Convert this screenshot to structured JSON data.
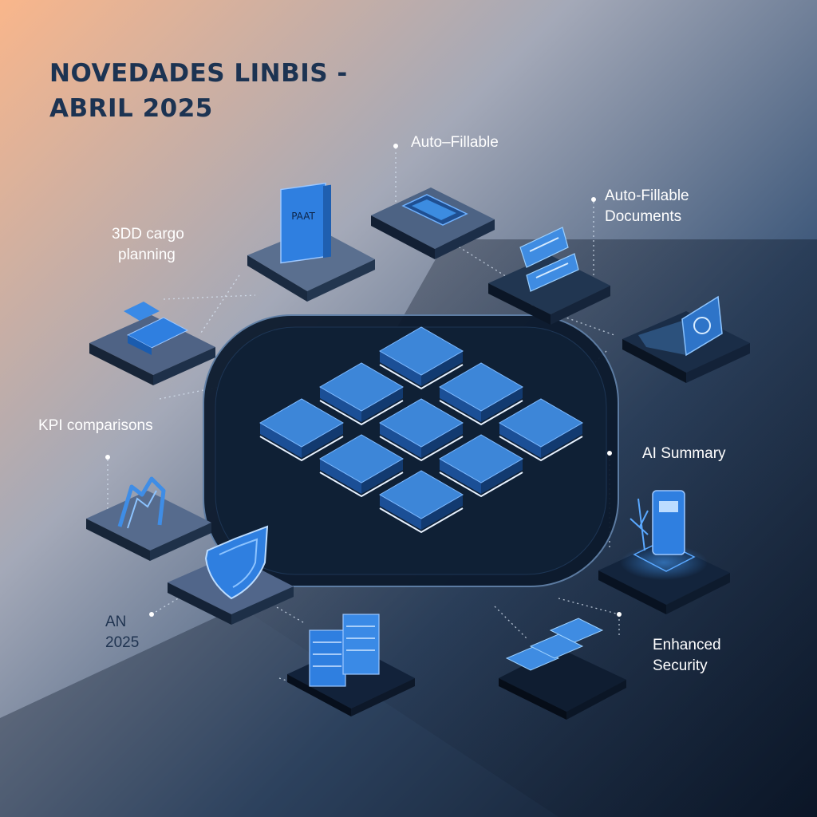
{
  "title_line1": "NOVEDADES LINBIS -",
  "title_line2": "ABRIL 2025",
  "labels": {
    "auto_fillable": "Auto–Fillable",
    "auto_fillable_docs_1": "Auto-Fillable",
    "auto_fillable_docs_2": "Documents",
    "cargo_planning_1": "3DD cargo",
    "cargo_planning_2": "planning",
    "kpi_comparisons": "KPI comparisons",
    "ai_summary": "AI Summary",
    "an_2025_1": "AN",
    "an_2025_2": "2025",
    "enhanced_security_1": "Enhanced",
    "enhanced_security_2": "Security"
  },
  "doc_icon_text": "PAAT",
  "colors": {
    "accent_blue": "#3d86d8",
    "platform_dark": "#0f1e33",
    "title_color": "#1c3352",
    "gradient_orange": "#f7b48c",
    "gradient_navy": "#0d1b2e"
  }
}
